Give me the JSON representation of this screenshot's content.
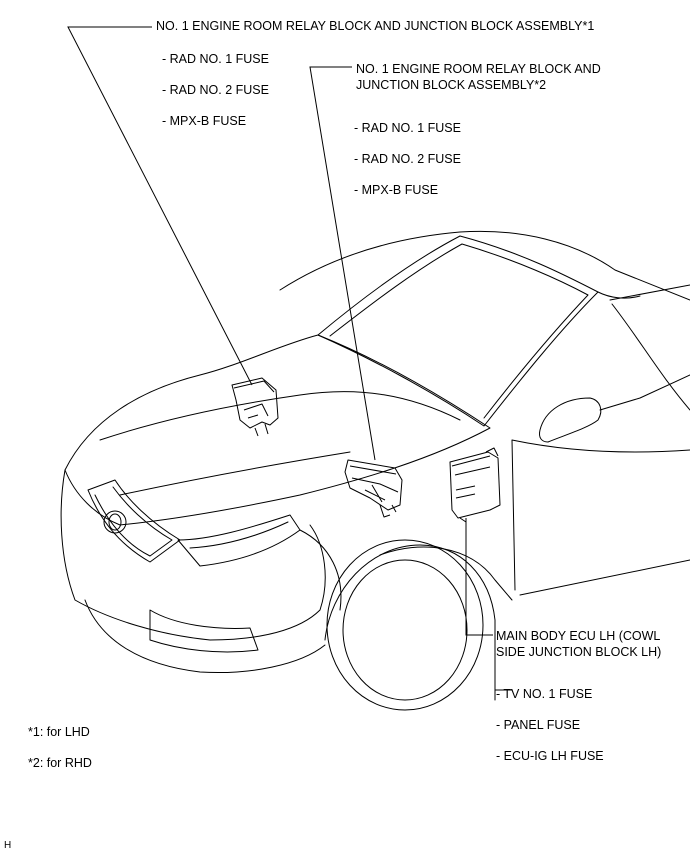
{
  "labels": {
    "block1": {
      "title": "NO. 1 ENGINE ROOM RELAY BLOCK AND JUNCTION BLOCK ASSEMBLY*1",
      "items": [
        "- RAD NO. 1 FUSE",
        "- RAD NO. 2 FUSE",
        "- MPX-B FUSE"
      ]
    },
    "block2": {
      "title_line1": "NO. 1 ENGINE ROOM RELAY BLOCK AND",
      "title_line2": "JUNCTION BLOCK ASSEMBLY*2",
      "items": [
        "- RAD NO. 1 FUSE",
        "- RAD NO. 2 FUSE",
        "- MPX-B FUSE"
      ]
    },
    "ecu": {
      "title_line1": "MAIN BODY ECU LH (COWL",
      "title_line2": "SIDE JUNCTION BLOCK LH)",
      "items": [
        "- TV NO. 1 FUSE",
        "- PANEL FUSE",
        "- ECU-IG LH FUSE"
      ]
    }
  },
  "footnotes": [
    "*1: for LHD",
    "*2: for RHD"
  ],
  "corner_mark": "H"
}
